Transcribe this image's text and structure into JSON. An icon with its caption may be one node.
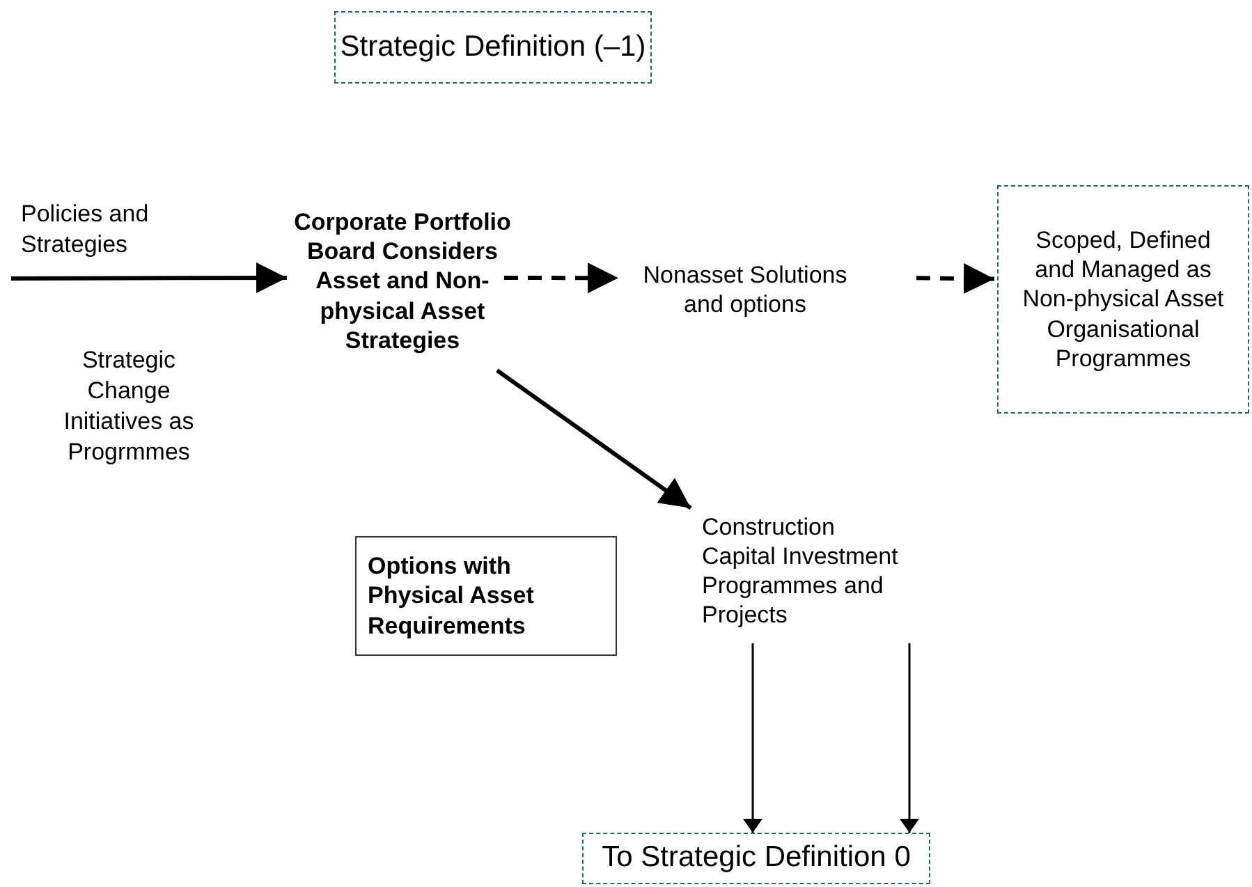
{
  "diagram": {
    "nodes": [
      {
        "text": [
          "Strategic Definition (–1)"
        ]
      },
      {
        "text": [
          "Corporate Portfolio Board Considers Asset and Non-physical Asset Strategies"
        ]
      },
      {
        "text": [
          "Nonasset Solutions and options"
        ]
      },
      {
        "text": [
          "Scoped, Defined and Managed as Non-physical Asset Organisational Programmes"
        ]
      },
      {
        "text": [
          "Construction Capital Investment Programmes and Projects"
        ]
      },
      {
        "text": [
          "Options with Physical Asset Requirements"
        ]
      },
      {
        "text": [
          "To Strategic Definition 0"
        ]
      }
    ],
    "edges": [
      {
        "from": null,
        "to": 1,
        "arrow": "to"
      },
      {
        "from": 1,
        "to": 2,
        "arrow": "to",
        "style": "dashed"
      },
      {
        "from": 2,
        "to": 3,
        "arrow": "to",
        "style": "dashed"
      },
      {
        "from": 1,
        "to": 4,
        "arrow": "to"
      },
      {
        "from": 4,
        "to": 6,
        "arrow": "to"
      },
      {
        "from": 4,
        "to": 6,
        "arrow": "to"
      }
    ],
    "labels": [
      "Policies and Strategies",
      "Strategic Change Initiatives as Progrmmes"
    ]
  }
}
